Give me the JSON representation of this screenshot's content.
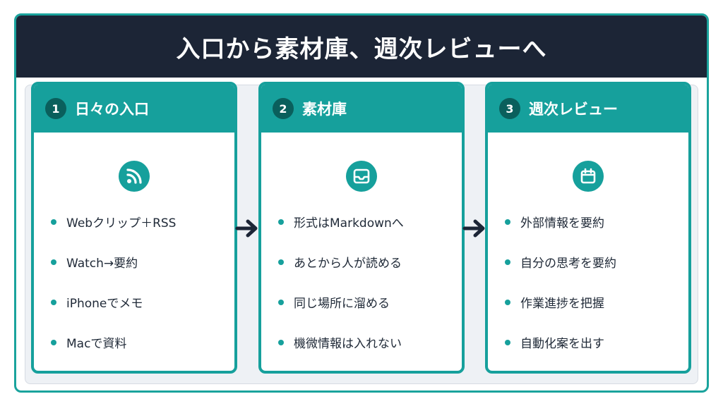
{
  "title": "入口から素材庫、週次レビューへ",
  "colors": {
    "accent": "#16a09c",
    "dark": "#1c2536",
    "badge": "#0a5f5c",
    "panel": "#eef1f5"
  },
  "cards": [
    {
      "number": "1",
      "title": "日々の入口",
      "icon": "rss-icon",
      "items": [
        "Webクリップ＋RSS",
        "Watch→要約",
        "iPhoneでメモ",
        "Macで資料"
      ]
    },
    {
      "number": "2",
      "title": "素材庫",
      "icon": "inbox-icon",
      "items": [
        "形式はMarkdownへ",
        "あとから人が読める",
        "同じ場所に溜める",
        "機微情報は入れない"
      ]
    },
    {
      "number": "3",
      "title": "週次レビュー",
      "icon": "calendar-icon",
      "items": [
        "外部情報を要約",
        "自分の思考を要約",
        "作業進捗を把握",
        "自動化案を出す"
      ]
    }
  ]
}
